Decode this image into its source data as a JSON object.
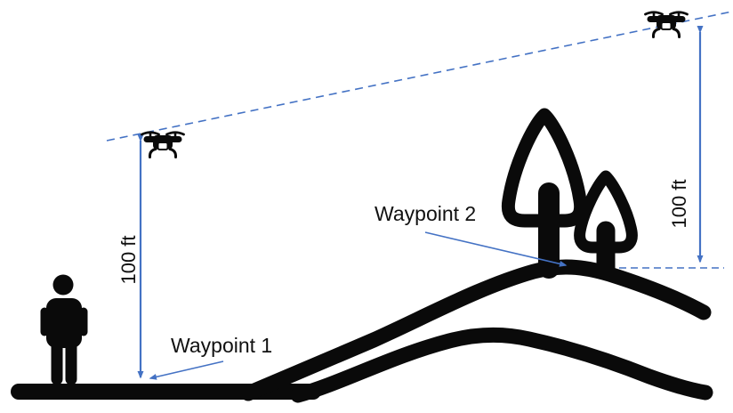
{
  "diagram": {
    "labels": {
      "waypoint_1": "Waypoint 1",
      "waypoint_2": "Waypoint 2",
      "altitude_left": "100 ft",
      "altitude_right": "100 ft"
    },
    "colors": {
      "accent_blue": "#4472C4",
      "ink_black": "#0a0a0a",
      "background": "#FFFFFF"
    },
    "icons": {
      "drone_low": "drone-icon",
      "drone_high": "drone-icon",
      "person": "person-icon",
      "tree_large": "tree-icon",
      "tree_small": "tree-icon"
    }
  }
}
